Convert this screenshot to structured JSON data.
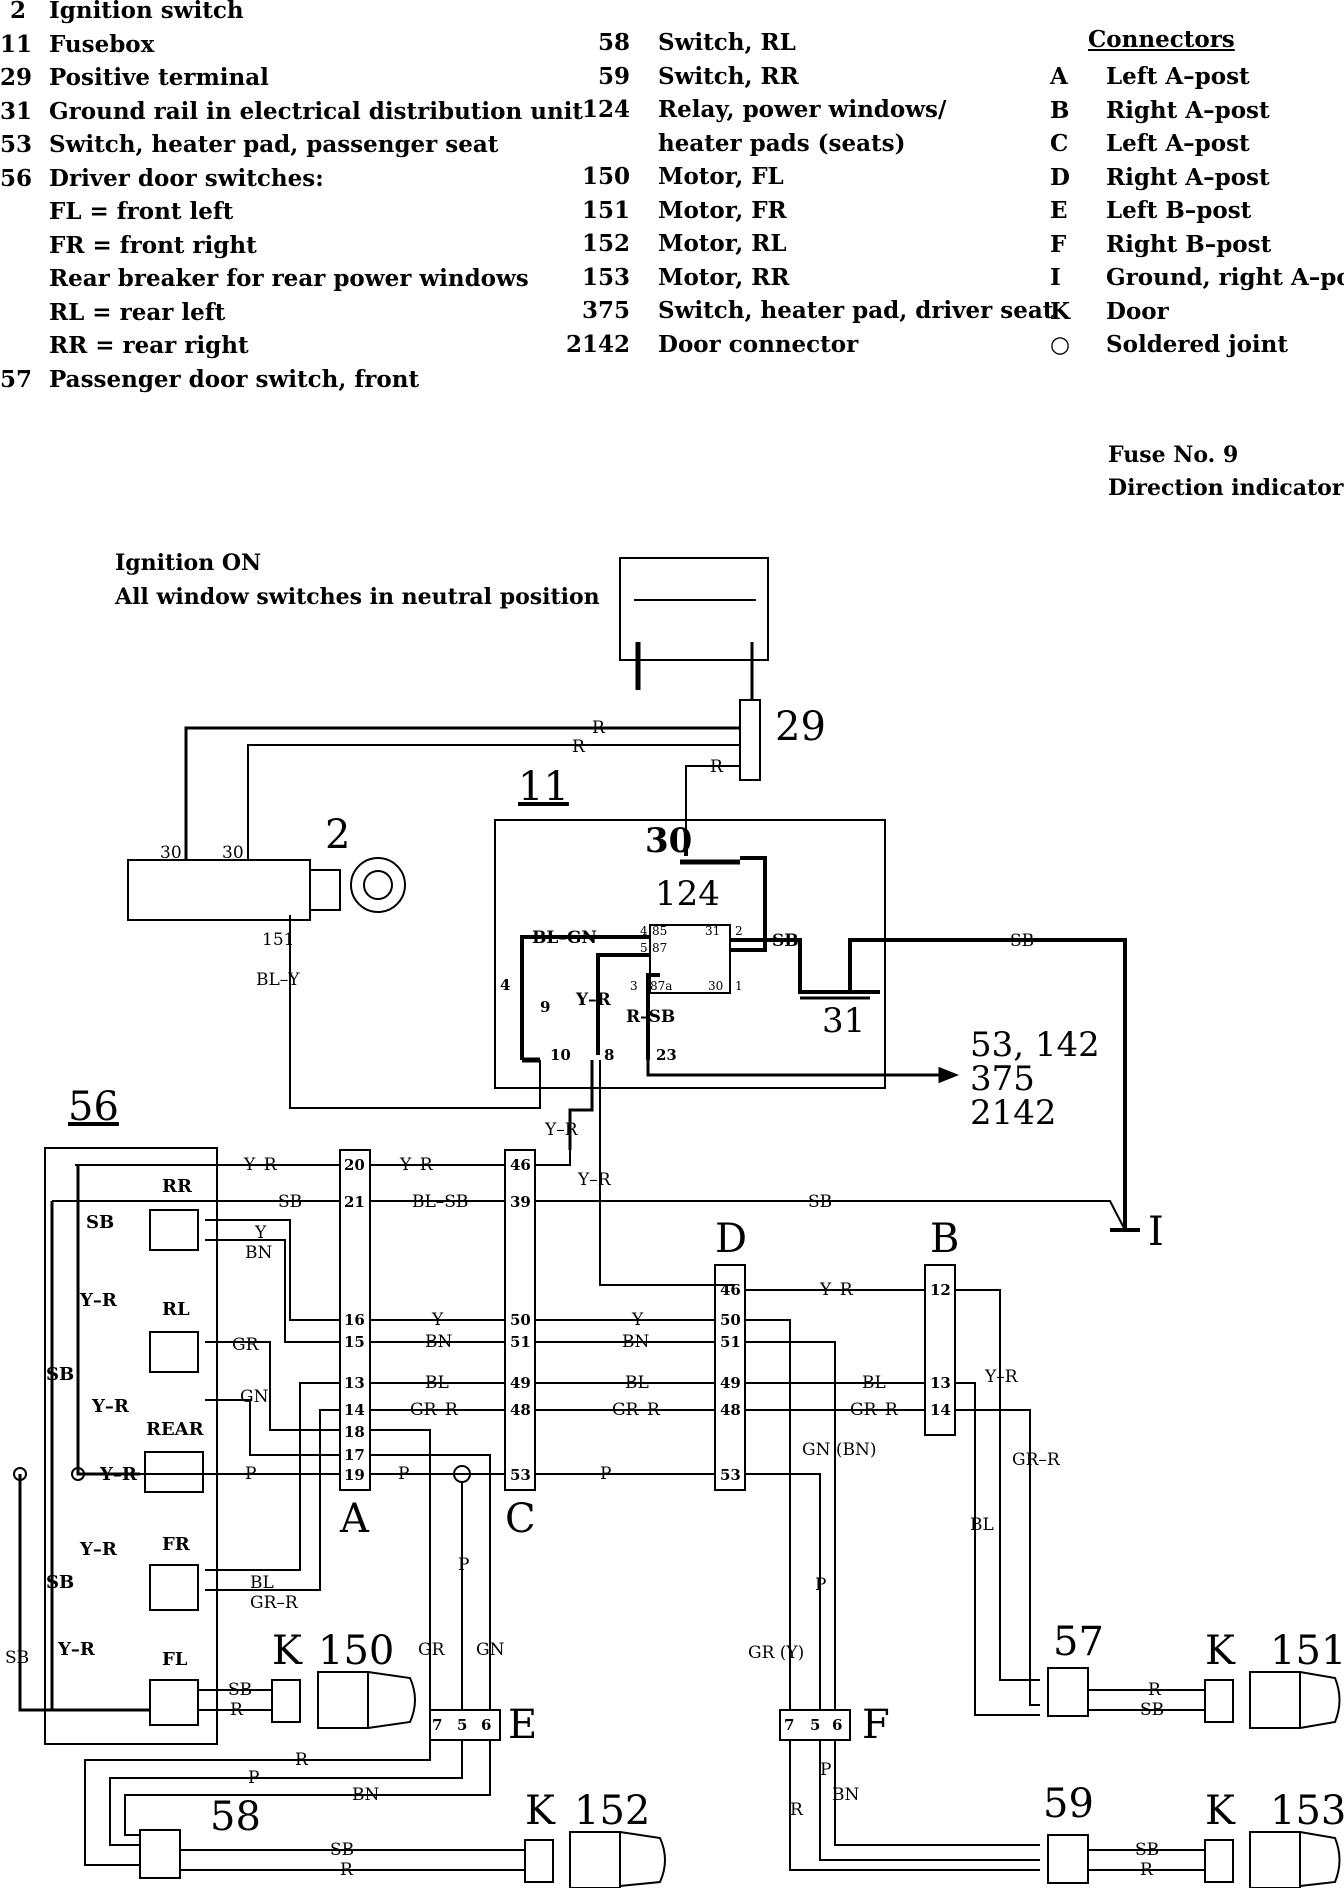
{
  "legend_left": [
    {
      "num": "2",
      "text": "Ignition switch"
    },
    {
      "num": "11",
      "text": "Fusebox"
    },
    {
      "num": "29",
      "text": "Positive terminal"
    },
    {
      "num": "31",
      "text": "Ground rail in electrical distribution unit"
    },
    {
      "num": "53",
      "text": "Switch, heater pad, passenger seat"
    },
    {
      "num": "56",
      "text": "Driver door switches:"
    },
    {
      "num": "",
      "text": "FL = front left"
    },
    {
      "num": "",
      "text": "FR = front right"
    },
    {
      "num": "",
      "text": "Rear breaker for rear power windows"
    },
    {
      "num": "",
      "text": "RL = rear left"
    },
    {
      "num": "",
      "text": "RR = rear right"
    },
    {
      "num": "57",
      "text": "Passenger door switch, front"
    }
  ],
  "legend_mid": [
    {
      "num": "58",
      "text": "Switch, RL"
    },
    {
      "num": "59",
      "text": "Switch, RR"
    },
    {
      "num": "124",
      "text": "Relay, power windows/"
    },
    {
      "num": "",
      "text": "heater pads (seats)"
    },
    {
      "num": "150",
      "text": "Motor, FL"
    },
    {
      "num": "151",
      "text": "Motor, FR"
    },
    {
      "num": "152",
      "text": "Motor, RL"
    },
    {
      "num": "153",
      "text": "Motor, RR"
    },
    {
      "num": "375",
      "text": "Switch, heater pad, driver seat"
    },
    {
      "num": "2142",
      "text": "Door connector"
    }
  ],
  "connectors_title": "Connectors",
  "legend_right": [
    {
      "num": "A",
      "text": "Left A–post"
    },
    {
      "num": "B",
      "text": "Right A–post"
    },
    {
      "num": "C",
      "text": "Left A–post"
    },
    {
      "num": "D",
      "text": "Right A–post"
    },
    {
      "num": "E",
      "text": "Left B–post"
    },
    {
      "num": "F",
      "text": "Right B–post"
    },
    {
      "num": "I",
      "text": "Ground, right A–post"
    },
    {
      "num": "K",
      "text": "Door"
    },
    {
      "num": "○",
      "text": "Soldered joint"
    }
  ],
  "fuse_note": {
    "line1": "Fuse No. 9",
    "line2": "Direction indicators"
  },
  "condition": {
    "line1": "Ignition ON",
    "line2": "All window switches in neutral position"
  },
  "diagram": {
    "components": {
      "c29": "29",
      "c11": "11",
      "c2": "2",
      "c124": "124",
      "c30": "30",
      "c31": "31",
      "c56": "56",
      "c57": "57",
      "c58": "58",
      "c59": "59",
      "c150": "150",
      "c151": "151",
      "c152": "152",
      "c153": "153",
      "K": "K",
      "A": "A",
      "B": "B",
      "C": "C",
      "D": "D",
      "E": "E",
      "F": "F",
      "I": "I",
      "dest1": "53, 142",
      "dest2": "375",
      "dest3": "2142"
    },
    "switch_labels": {
      "RR": "RR",
      "RL": "RL",
      "REAR": "REAR",
      "FR": "FR",
      "FL": "FL"
    },
    "wires": {
      "R": "R",
      "SB": "SB",
      "BL_Y": "BL–Y",
      "BL_GN": "BL–GN",
      "Y_R": "Y–R",
      "R_SB": "R–SB",
      "BL_SB": "BL–SB",
      "Y": "Y",
      "BN": "BN",
      "GR": "GR",
      "GN": "GN",
      "BL": "BL",
      "GR_R": "GR–R",
      "P": "P",
      "GN_BN": "GN (BN)",
      "GR_Y": "GR (Y)",
      "n151": "151",
      "n30": "30"
    },
    "pins_A": [
      "20",
      "21",
      "16",
      "15",
      "13",
      "14",
      "18",
      "17",
      "19"
    ],
    "pins_C": [
      "46",
      "39",
      "50",
      "51",
      "49",
      "48",
      "53"
    ],
    "pins_D": [
      "46",
      "50",
      "51",
      "49",
      "48",
      "53"
    ],
    "pins_B": [
      "12",
      "13",
      "14"
    ],
    "pins_E": [
      "7",
      "5",
      "6"
    ],
    "pins_F": [
      "7",
      "5",
      "6"
    ],
    "fuses": {
      "f9": "9",
      "f10": "10",
      "f8": "8",
      "f23": "23",
      "f4": "4"
    },
    "relay_pins": {
      "p85": "85",
      "p87": "87",
      "p31": "31",
      "p2": "2",
      "p4": "4",
      "p5": "5",
      "p3": "3",
      "p87a": "87a",
      "p30": "30",
      "p1": "1"
    }
  }
}
